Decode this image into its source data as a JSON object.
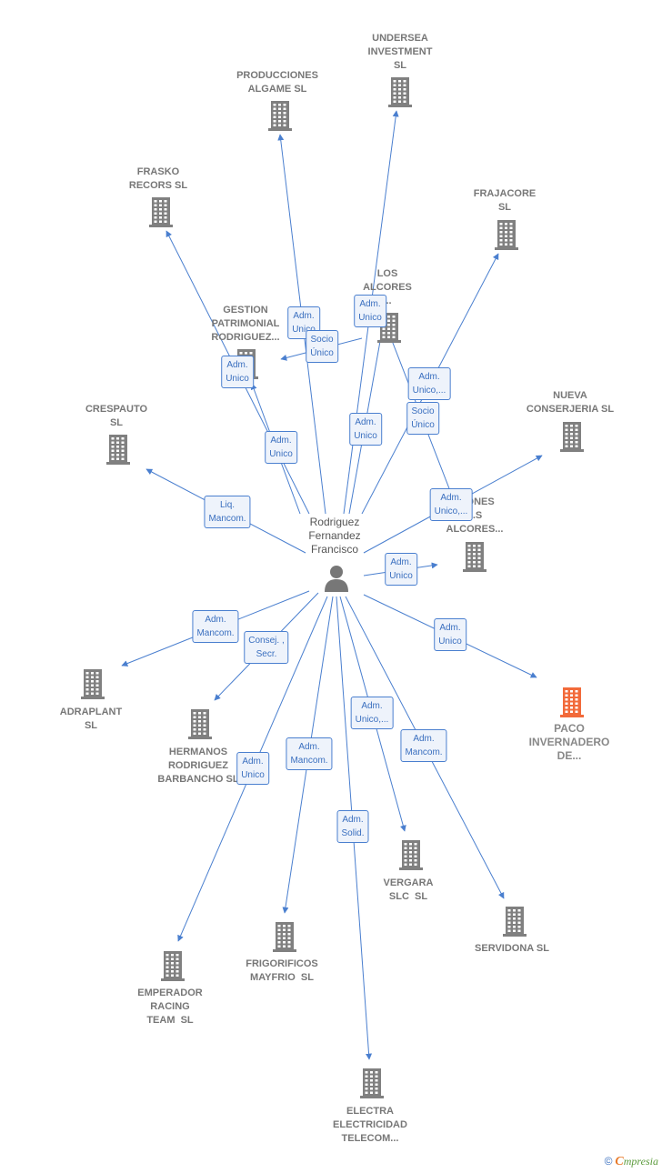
{
  "center": {
    "name": "Rodriguez\nFernandez\nFrancisco"
  },
  "colors": {
    "edge": "#4a7fcf",
    "building": "#808080",
    "highlight": "#f26a3a"
  },
  "nodes": [
    {
      "id": "undersea",
      "name": "UNDERSEA\nINVESTMENT\nSL",
      "highlight": false
    },
    {
      "id": "producciones",
      "name": "PRODUCCIONES\nALGAME SL",
      "highlight": false
    },
    {
      "id": "frasko",
      "name": "FRASKO\nRECORS SL",
      "highlight": false
    },
    {
      "id": "frajacore",
      "name": "FRAJACORE\nSL",
      "highlight": false
    },
    {
      "id": "losalcores",
      "name": "LOS\nALCORES\n...",
      "highlight": false
    },
    {
      "id": "gestion",
      "name": "GESTION\nPATRIMONIAL\nRODRIGUEZ...",
      "highlight": false
    },
    {
      "id": "crespauto",
      "name": "CRESPAUTO\nSL",
      "highlight": false
    },
    {
      "id": "nuevaconserjeria",
      "name": "NUEVA\nCONSERJERIA SL",
      "highlight": false
    },
    {
      "id": "inversiones",
      "name": "...IONES\n...S\nALCORES...",
      "highlight": false
    },
    {
      "id": "adraplant",
      "name": "ADRAPLANT\nSL",
      "highlight": false
    },
    {
      "id": "hermanos",
      "name": "HERMANOS\nRODRIGUEZ\nBARBANCHO SL",
      "highlight": false
    },
    {
      "id": "paco",
      "name": "PACO\nINVERNADERO\nDE...",
      "highlight": true
    },
    {
      "id": "vergara",
      "name": "VERGARA\nSLC  SL",
      "highlight": false
    },
    {
      "id": "servidona",
      "name": "SERVIDONA SL",
      "highlight": false
    },
    {
      "id": "frigorificos",
      "name": "FRIGORIFICOS\nMAYFRIO  SL",
      "highlight": false
    },
    {
      "id": "emperador",
      "name": "EMPERADOR\nRACING\nTEAM  SL",
      "highlight": false
    },
    {
      "id": "electra",
      "name": "ELECTRA\nELECTRICIDAD\nTELECOM...",
      "highlight": false
    }
  ],
  "edges": [
    {
      "to": "undersea",
      "label": "Adm.\nUnico"
    },
    {
      "to": "producciones",
      "label": "Adm.\nUnico"
    },
    {
      "to": "frasko",
      "label": "Adm.\nUnico"
    },
    {
      "to": "frajacore",
      "label": "Adm.\nUnico,..."
    },
    {
      "to": "losalcores",
      "label": "Adm.\nUnico"
    },
    {
      "to": "gestion",
      "label": "Socio\nÚnico"
    },
    {
      "to": "gestion",
      "label": "Adm.\nUnico"
    },
    {
      "to": "inversiones",
      "label": "Socio\nÚnico"
    },
    {
      "to": "crespauto",
      "label": "Liq.\nMancom."
    },
    {
      "to": "nuevaconserjeria",
      "label": "Adm.\nUnico,..."
    },
    {
      "to": "inversiones",
      "label": "Adm.\nUnico"
    },
    {
      "to": "adraplant",
      "label": "Adm.\nMancom."
    },
    {
      "to": "hermanos",
      "label": "Consej. ,\nSecr."
    },
    {
      "to": "paco",
      "label": "Adm.\nUnico"
    },
    {
      "to": "vergara",
      "label": "Adm.\nUnico,..."
    },
    {
      "to": "servidona",
      "label": "Adm.\nMancom."
    },
    {
      "to": "frigorificos",
      "label": "Adm.\nMancom."
    },
    {
      "to": "emperador",
      "label": "Adm.\nUnico"
    },
    {
      "to": "electra",
      "label": "Adm.\nSolid."
    }
  ],
  "footer": {
    "copyright": "©",
    "brand_initial": "C",
    "brand_rest": "mpresia"
  }
}
